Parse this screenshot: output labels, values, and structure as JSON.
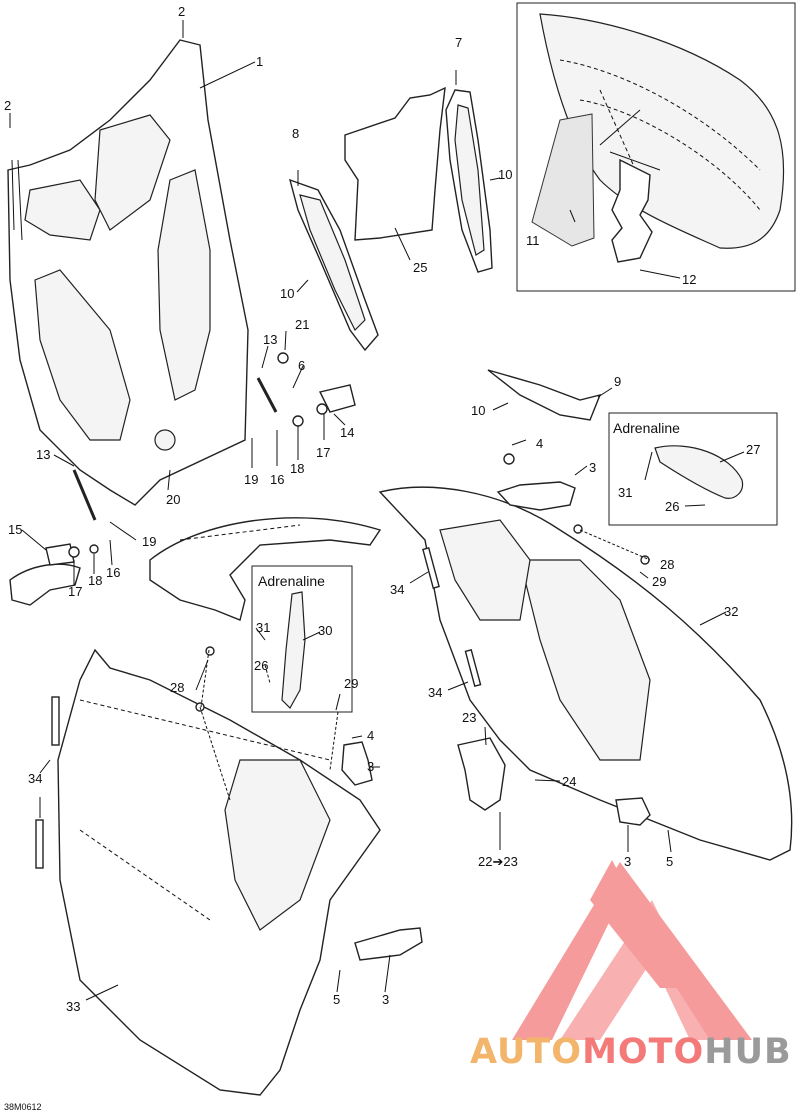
{
  "diagram": {
    "ref_code": "38M0612",
    "insets": {
      "adrenaline_right": "Adrenaline",
      "adrenaline_left": "Adrenaline"
    },
    "callouts": [
      "1",
      "2",
      "2",
      "3",
      "3",
      "3",
      "3",
      "4",
      "4",
      "5",
      "5",
      "6",
      "7",
      "8",
      "9",
      "10",
      "10",
      "10",
      "11",
      "12",
      "13",
      "13",
      "14",
      "15",
      "16",
      "16",
      "17",
      "17",
      "18",
      "18",
      "19",
      "19",
      "20",
      "21",
      "22➔23",
      "23",
      "24",
      "25",
      "26",
      "26",
      "27",
      "28",
      "28",
      "29",
      "29",
      "30",
      "31",
      "31",
      "32",
      "33",
      "34",
      "34",
      "34"
    ]
  },
  "watermark": {
    "text_part1": "AUTO",
    "text_part2": "MOTO",
    "text_part3": "HUB",
    "color_orange": "#f2b56b",
    "color_red": "#f47a7a",
    "color_gray": "#9a9a9a"
  }
}
